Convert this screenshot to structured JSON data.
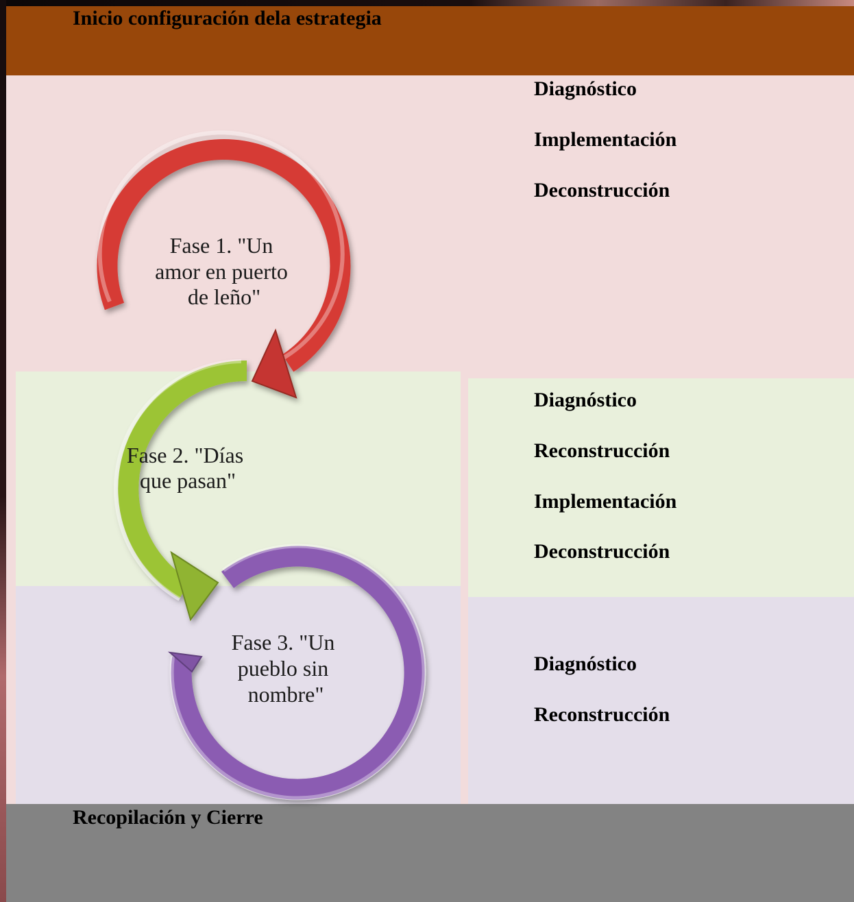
{
  "header": {
    "title": "Inicio configuración dela estrategia",
    "color": "#98470a"
  },
  "footer": {
    "title": "Recopilación y Cierre",
    "color": "#838383"
  },
  "colors": {
    "phase1_band": "#f2dcdc",
    "phase2_band": "#e9f0dc",
    "phase3_band": "#e4deea",
    "phase1_arrow": "#d63a34",
    "phase2_arrow": "#9cc434",
    "phase3_arrow": "#8b5cb2"
  },
  "phases": [
    {
      "label_lines": [
        "Fase 1. \"Un",
        "amor en puerto",
        "de leño\""
      ],
      "steps": [
        "Diagnóstico",
        "Implementación",
        "Deconstrucción"
      ]
    },
    {
      "label_lines": [
        "Fase 2. \"Días",
        "que pasan\""
      ],
      "steps": [
        "Diagnóstico",
        "Reconstrucción",
        "Implementación",
        "Deconstrucción"
      ]
    },
    {
      "label_lines": [
        "Fase 3. \"Un",
        "pueblo sin",
        "nombre\""
      ],
      "steps": [
        "Diagnóstico",
        "Reconstrucción"
      ]
    }
  ]
}
